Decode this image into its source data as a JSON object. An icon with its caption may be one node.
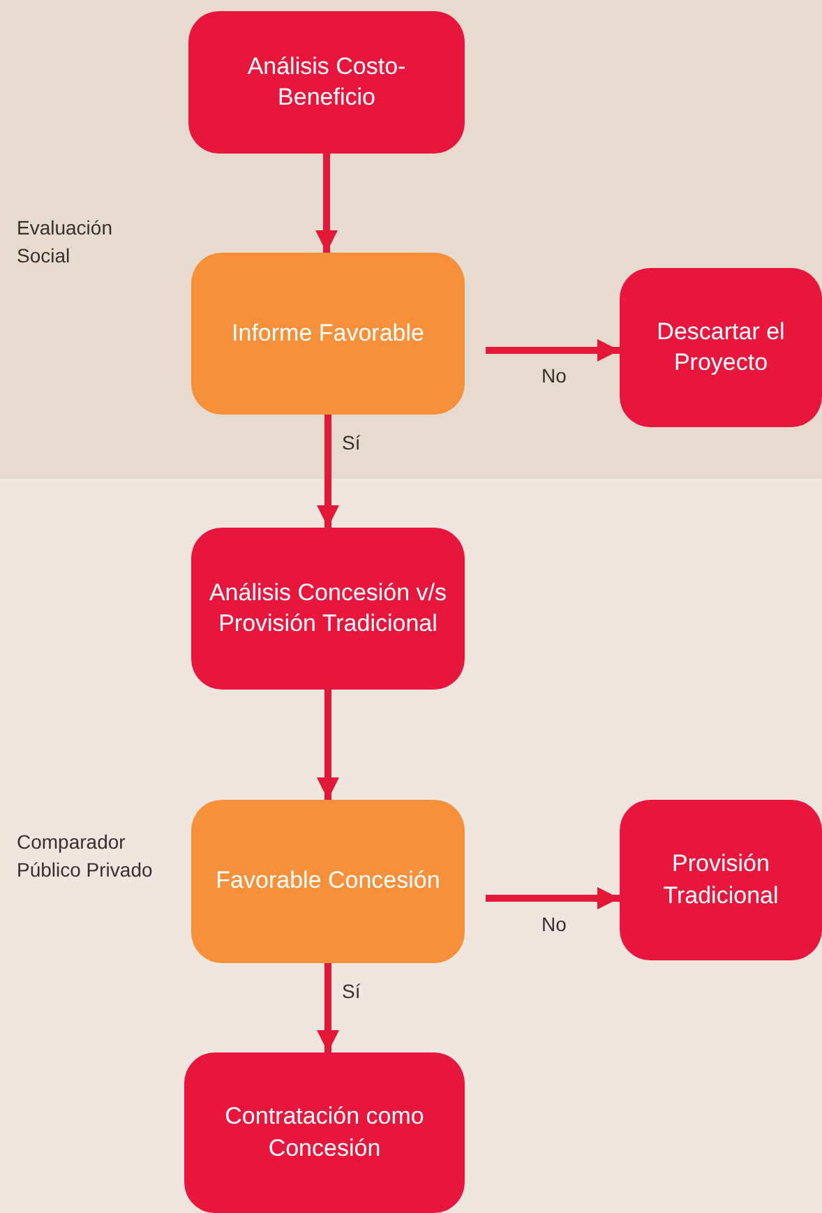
{
  "diagram": {
    "nodes": [
      {
        "text": [
          "Evaluación Social"
        ]
      },
      {
        "text": [
          "Análisis Costo-Beneficio"
        ],
        "in": 0
      },
      {
        "text": [
          "Informe Favorable"
        ],
        "in": 0
      },
      {
        "text": [
          "Descartar el Proyecto"
        ],
        "in": 0
      },
      {
        "text": [
          "Comparador Público Privado"
        ]
      },
      {
        "text": [
          "Análisis Concesión v/s Provisión Tradicional"
        ],
        "in": 4
      },
      {
        "text": [
          "Favorable Concesión"
        ],
        "in": 4
      },
      {
        "text": [
          "Provisión Tradicional"
        ],
        "in": 4
      },
      {
        "text": [
          "Contratación como Concesión"
        ],
        "in": 4
      }
    ],
    "edges": [
      {
        "from": 1,
        "to": 2,
        "arrow": "to"
      },
      {
        "from": 2,
        "to": 3,
        "arrow": "to",
        "label": "No"
      },
      {
        "from": 2,
        "to": 5,
        "arrow": "to",
        "label": "Sí"
      },
      {
        "from": 5,
        "to": 6,
        "arrow": "to"
      },
      {
        "from": 6,
        "to": 7,
        "arrow": "to",
        "label": "No"
      },
      {
        "from": 6,
        "to": 8,
        "arrow": "to",
        "label": "Sí"
      }
    ]
  }
}
